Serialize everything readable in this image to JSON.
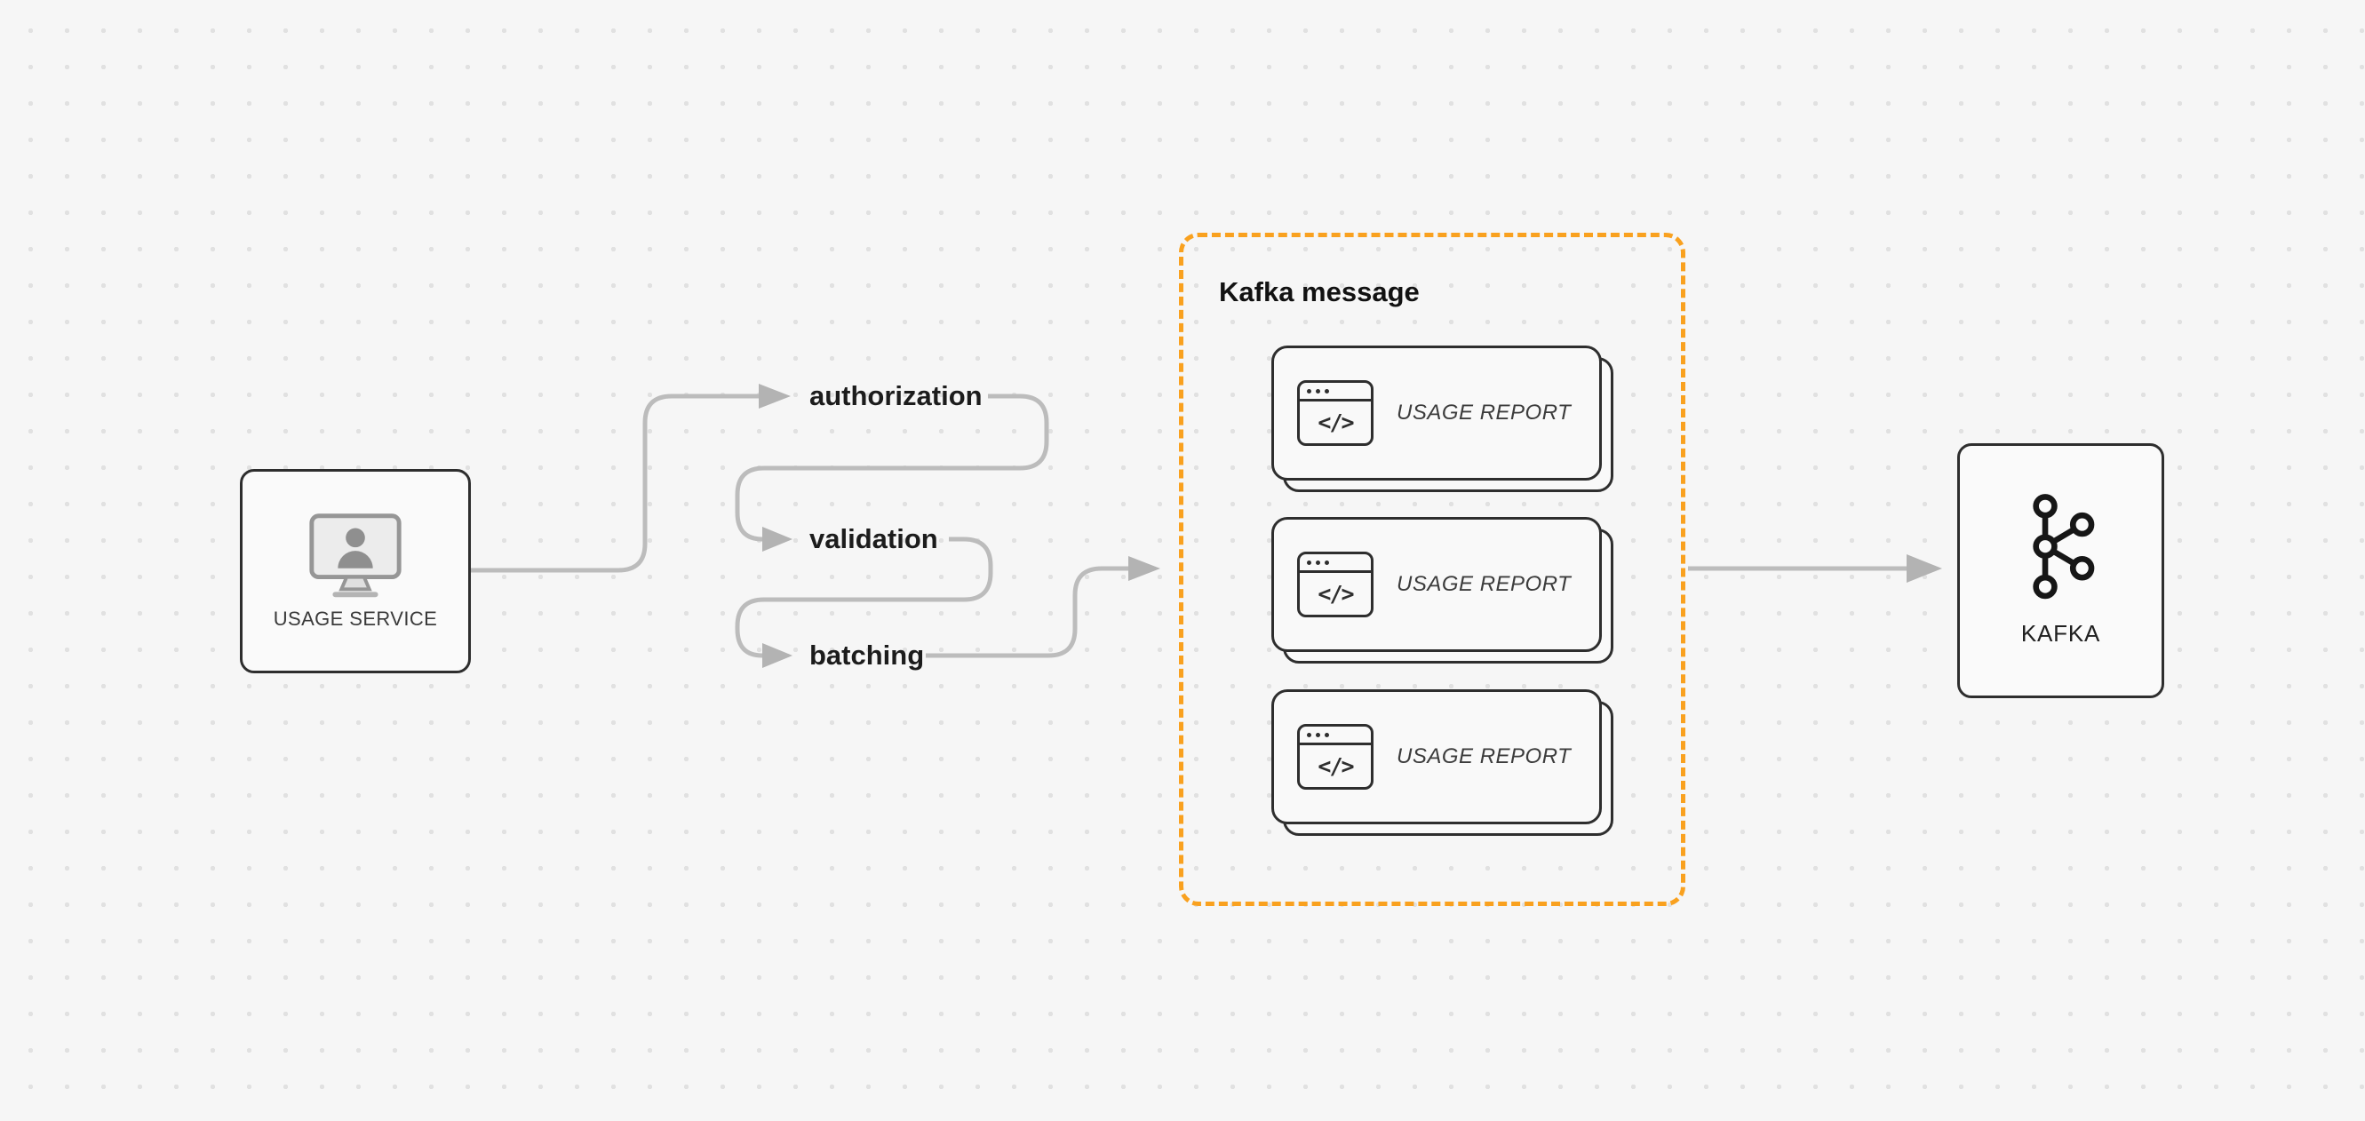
{
  "theme": {
    "bg": "#f6f6f6",
    "dot": "#e1e1e1",
    "accent": "#f9a11f",
    "line": "#bcbcbc",
    "arrow": "#b3b3b3",
    "border": "#2e2e2e",
    "ink": "#1c1c1c"
  },
  "usage_service": {
    "label": "USAGE SERVICE"
  },
  "pipeline": {
    "steps": [
      {
        "label": "authorization"
      },
      {
        "label": "validation"
      },
      {
        "label": "batching"
      }
    ]
  },
  "kafka_message_group": {
    "title": "Kafka message",
    "code_glyph": "</>",
    "reports": [
      {
        "label": "USAGE REPORT"
      },
      {
        "label": "USAGE REPORT"
      },
      {
        "label": "USAGE REPORT"
      }
    ]
  },
  "kafka": {
    "label": "KAFKA"
  }
}
